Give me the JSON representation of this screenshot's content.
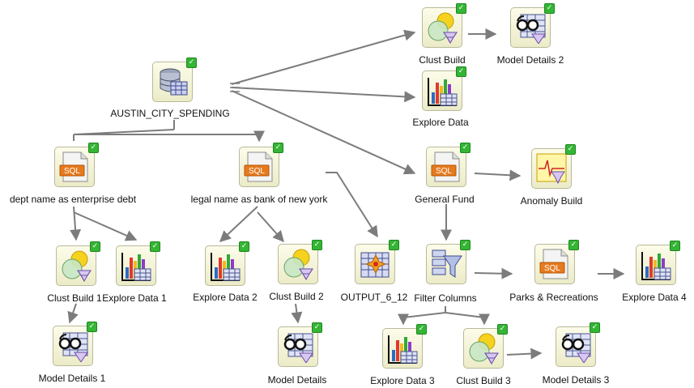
{
  "nodes": {
    "source": {
      "label": "AUSTIN_CITY_SPENDING",
      "icon": "data-source-icon"
    },
    "dept_filter": {
      "label": "dept name as enterprise debt",
      "icon": "sql-query-icon"
    },
    "legal_filter": {
      "label": "legal name as bank of new york",
      "icon": "sql-query-icon"
    },
    "clust_build": {
      "label": "Clust Build",
      "icon": "clustering-build-icon"
    },
    "model_details_2": {
      "label": "Model Details 2",
      "icon": "model-details-icon"
    },
    "explore_data": {
      "label": "Explore Data",
      "icon": "explore-data-icon"
    },
    "general_fund": {
      "label": "General Fund",
      "icon": "sql-query-icon"
    },
    "anomaly_build": {
      "label": "Anomaly Build",
      "icon": "anomaly-build-icon"
    },
    "clust_build_1": {
      "label": "Clust Build 1",
      "icon": "clustering-build-icon"
    },
    "explore_data_1": {
      "label": "Explore Data 1",
      "icon": "explore-data-icon"
    },
    "model_details_1": {
      "label": "Model Details 1",
      "icon": "model-details-icon"
    },
    "explore_data_2": {
      "label": "Explore Data 2",
      "icon": "explore-data-icon"
    },
    "clust_build_2": {
      "label": "Clust Build 2",
      "icon": "clustering-build-icon"
    },
    "model_details": {
      "label": "Model Details",
      "icon": "model-details-icon"
    },
    "output": {
      "label": "OUTPUT_6_12",
      "icon": "output-table-icon"
    },
    "filter_columns": {
      "label": "Filter Columns",
      "icon": "filter-columns-icon"
    },
    "parks": {
      "label": "Parks & Recreations",
      "icon": "sql-query-icon"
    },
    "explore_data_4": {
      "label": "Explore Data 4",
      "icon": "explore-data-icon"
    },
    "explore_data_3": {
      "label": "Explore Data 3",
      "icon": "explore-data-icon"
    },
    "clust_build_3": {
      "label": "Clust Build 3",
      "icon": "clustering-build-icon"
    },
    "model_details_3": {
      "label": "Model Details 3",
      "icon": "model-details-icon"
    }
  },
  "status_icon": "status-complete-check-icon",
  "colors": {
    "link": "#7c7c7c",
    "status": "#35b535",
    "node_fill": "#f6f5dc"
  }
}
